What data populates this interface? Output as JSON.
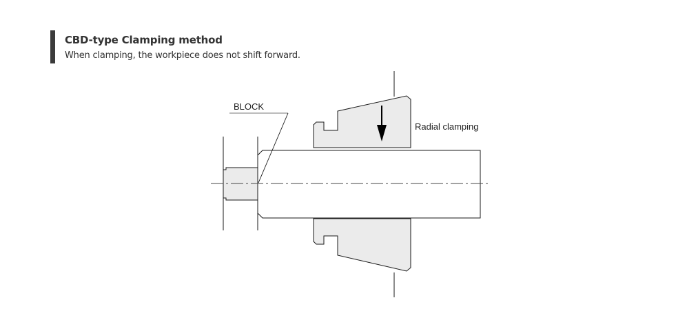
{
  "header": {
    "title": "CBD-type Clamping method",
    "subtitle": "When clamping, the workpiece does not shift forward."
  },
  "diagram": {
    "block_label": "BLOCK",
    "clamping_label": "Radial clamping",
    "colors": {
      "stroke": "#1a1a1a",
      "fill": "#ebebeb",
      "accent_bar": "#3b3b3b"
    }
  }
}
